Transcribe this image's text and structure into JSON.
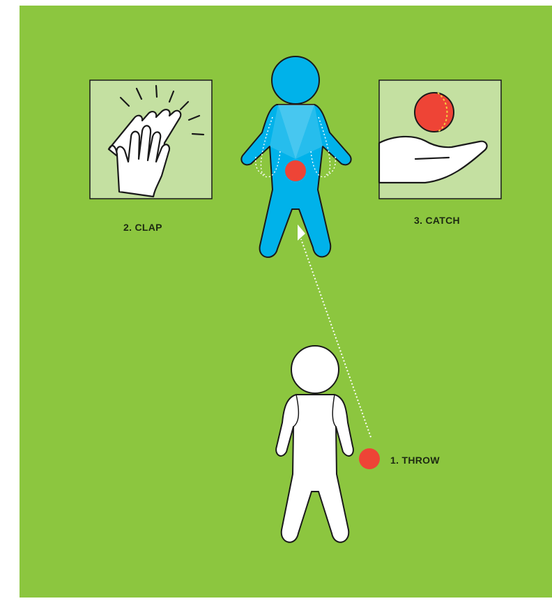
{
  "steps": [
    {
      "number": 1,
      "label": "1. THROW"
    },
    {
      "number": 2,
      "label": "2. CLAP"
    },
    {
      "number": 3,
      "label": "3. CATCH"
    }
  ],
  "colors": {
    "background": "#8cc63f",
    "panel": "#c4e0a1",
    "catcher": "#00b2ea",
    "thrower": "#ffffff",
    "ball": "#ee4436",
    "ball_seam": "#f4d03f",
    "outline": "#1a1a1a",
    "trajectory": "#ffffff"
  },
  "icons": [
    "clap-hands-icon",
    "catch-hand-icon"
  ]
}
